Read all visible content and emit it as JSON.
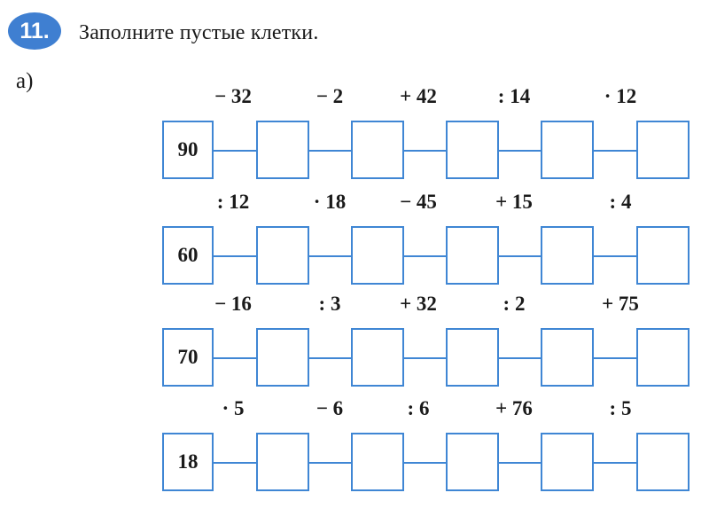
{
  "header": {
    "task_number": "11.",
    "instruction": "Заполните пустые клетки."
  },
  "part_label": "а)",
  "chains": [
    {
      "start": "90",
      "operations": [
        "− 32",
        "− 2",
        "+ 42",
        ": 14",
        "· 12"
      ]
    },
    {
      "start": "60",
      "operations": [
        ": 12",
        "· 18",
        "− 45",
        "+ 15",
        ": 4"
      ]
    },
    {
      "start": "70",
      "operations": [
        "− 16",
        ": 3",
        "+ 32",
        ": 2",
        "+ 75"
      ]
    },
    {
      "start": "18",
      "operations": [
        "· 5",
        "− 6",
        ": 6",
        "+ 76",
        ": 5"
      ]
    }
  ],
  "colors": {
    "badge": "#3f7fd1",
    "box_border": "#3f86d4"
  }
}
